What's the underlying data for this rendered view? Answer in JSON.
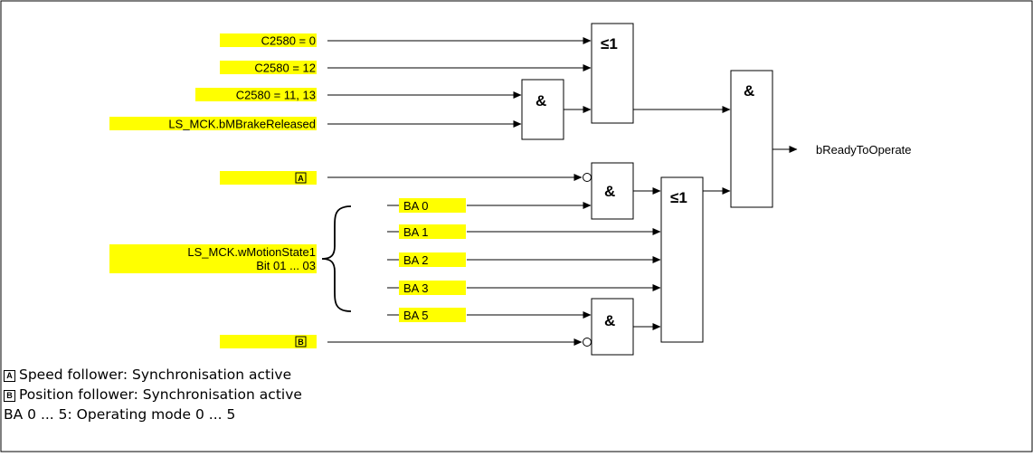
{
  "inputs": {
    "c2580_0": "C2580 = 0",
    "c2580_12": "C2580 = 12",
    "c2580_11_13": "C2580 = 11, 13",
    "brake_released": "LS_MCK.bMBrakeReleased",
    "marker_a": "A",
    "motion_state_line1": "LS_MCK.wMotionState1",
    "motion_state_line2": "Bit 01 ... 03",
    "marker_b": "B"
  },
  "modes": [
    "BA 0",
    "BA 1",
    "BA 2",
    "BA 3",
    "BA 5"
  ],
  "gates": {
    "or_symbol": "≤1",
    "and_symbol": "&"
  },
  "output": "bReadyToOperate",
  "legend": [
    {
      "key": "A",
      "text": "Speed follower: Synchronisation active"
    },
    {
      "key": "B",
      "text": "Position follower: Synchronisation active"
    },
    {
      "key": "",
      "text": "BA 0 ... 5: Operating mode 0 ... 5"
    }
  ],
  "colors": {
    "label_highlight": "#ffff00",
    "line": "#000000",
    "background": "#ffffff"
  }
}
